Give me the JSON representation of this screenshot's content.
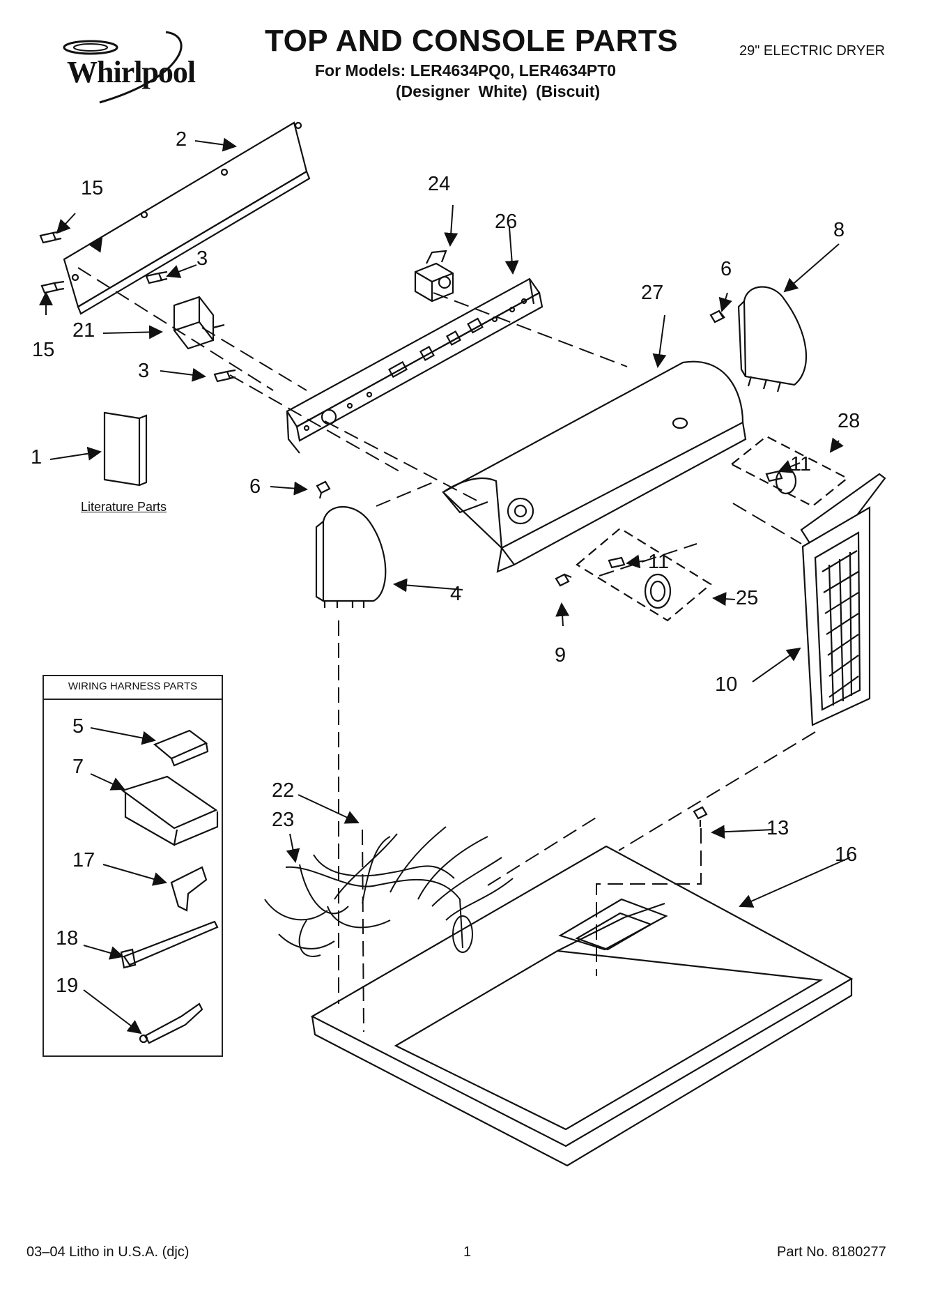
{
  "header": {
    "brand": "Whirlpool",
    "title": "TOP AND CONSOLE PARTS",
    "models": "For Models: LER4634PQ0, LER4634PT0",
    "finishes": "(Designer White)    (Biscuit)",
    "product": "29\" ELECTRIC DRYER"
  },
  "callouts": {
    "c1": "1",
    "c2": "2",
    "c3a": "3",
    "c3b": "3",
    "c4": "4",
    "c5": "5",
    "c6a": "6",
    "c6b": "6",
    "c7": "7",
    "c8": "8",
    "c9": "9",
    "c10": "10",
    "c11a": "11",
    "c11b": "11",
    "c13": "13",
    "c15a": "15",
    "c15b": "15",
    "c16": "16",
    "c17": "17",
    "c18": "18",
    "c19": "19",
    "c21": "21",
    "c22": "22",
    "c23": "23",
    "c24": "24",
    "c25": "25",
    "c26": "26",
    "c27": "27",
    "c28": "28"
  },
  "literature_label": "Literature Parts",
  "wiring_harness_title": "WIRING HARNESS PARTS",
  "footer": {
    "left": "03–04 Litho in U.S.A. (djc)",
    "page": "1",
    "part_no": "Part No. 8180277"
  }
}
